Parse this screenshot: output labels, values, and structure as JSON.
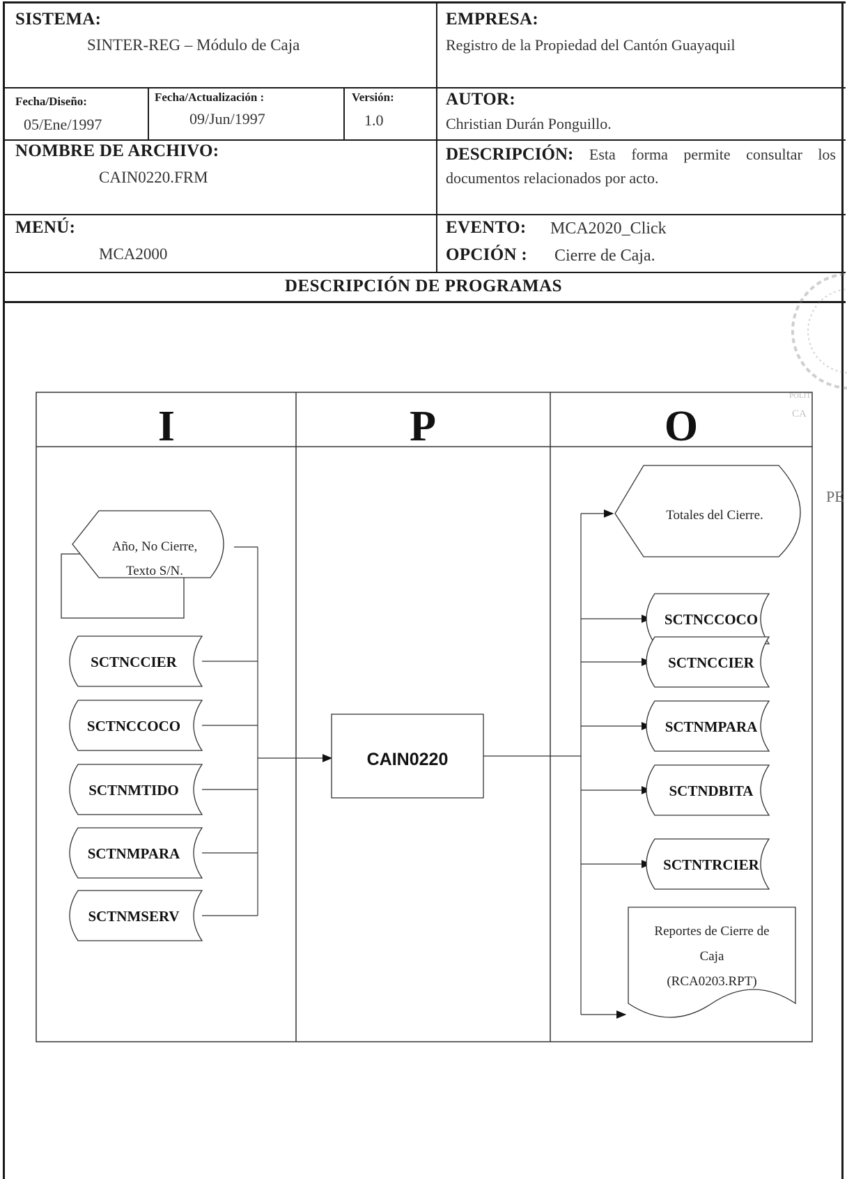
{
  "header": {
    "sistema_label": "SISTEMA:",
    "sistema_value": "SINTER-REG – Módulo de Caja",
    "empresa_label": "EMPRESA:",
    "empresa_value": "Registro de la Propiedad del Cantón Guayaquil",
    "fecha_diseno_label": "Fecha/Diseño:",
    "fecha_diseno_value": "05/Ene/1997",
    "fecha_act_label": "Fecha/Actualización :",
    "fecha_act_value": "09/Jun/1997",
    "version_label": "Versión:",
    "version_value": "1.0",
    "autor_label": "AUTOR:",
    "autor_value": "Christian Durán Ponguillo.",
    "archivo_label": "NOMBRE DE ARCHIVO:",
    "archivo_value": "CAIN0220.FRM",
    "descripcion_label": "DESCRIPCIÓN:",
    "descripcion_value": "Esta forma permite consultar los documentos relacionados por acto.",
    "menu_label": "MENÚ:",
    "menu_value": "MCA2000",
    "evento_label": "EVENTO:",
    "evento_value": "MCA2020_Click",
    "opcion_label": "OPCIÓN :",
    "opcion_value": "Cierre de Caja."
  },
  "section_title": "DESCRIPCIÓN DE PROGRAMAS",
  "diagram": {
    "columns": [
      "I",
      "P",
      "O"
    ],
    "inputs": {
      "display": "Año, No Cierre, Texto S/N.",
      "display_lines": [
        "Año, No Cierre,",
        "Texto S/N."
      ],
      "files": [
        "SCTNCCIER",
        "SCTNCCOCO",
        "SCTNMTIDO",
        "SCTNMPARA",
        "SCTNMSERV"
      ]
    },
    "process": "CAIN0220",
    "outputs": {
      "display": "Totales del Cierre.",
      "files": [
        "SCTNCCOCO",
        "SCTNCCIER",
        "SCTNMPARA",
        "SCTNDBITA",
        "SCTNTRCIER"
      ],
      "report_lines": [
        "Reportes de Cierre de",
        "Caja",
        "(RCA0203.RPT)"
      ]
    }
  },
  "stamp": {
    "fragments": [
      "POLIT",
      "CA",
      "PE"
    ]
  }
}
